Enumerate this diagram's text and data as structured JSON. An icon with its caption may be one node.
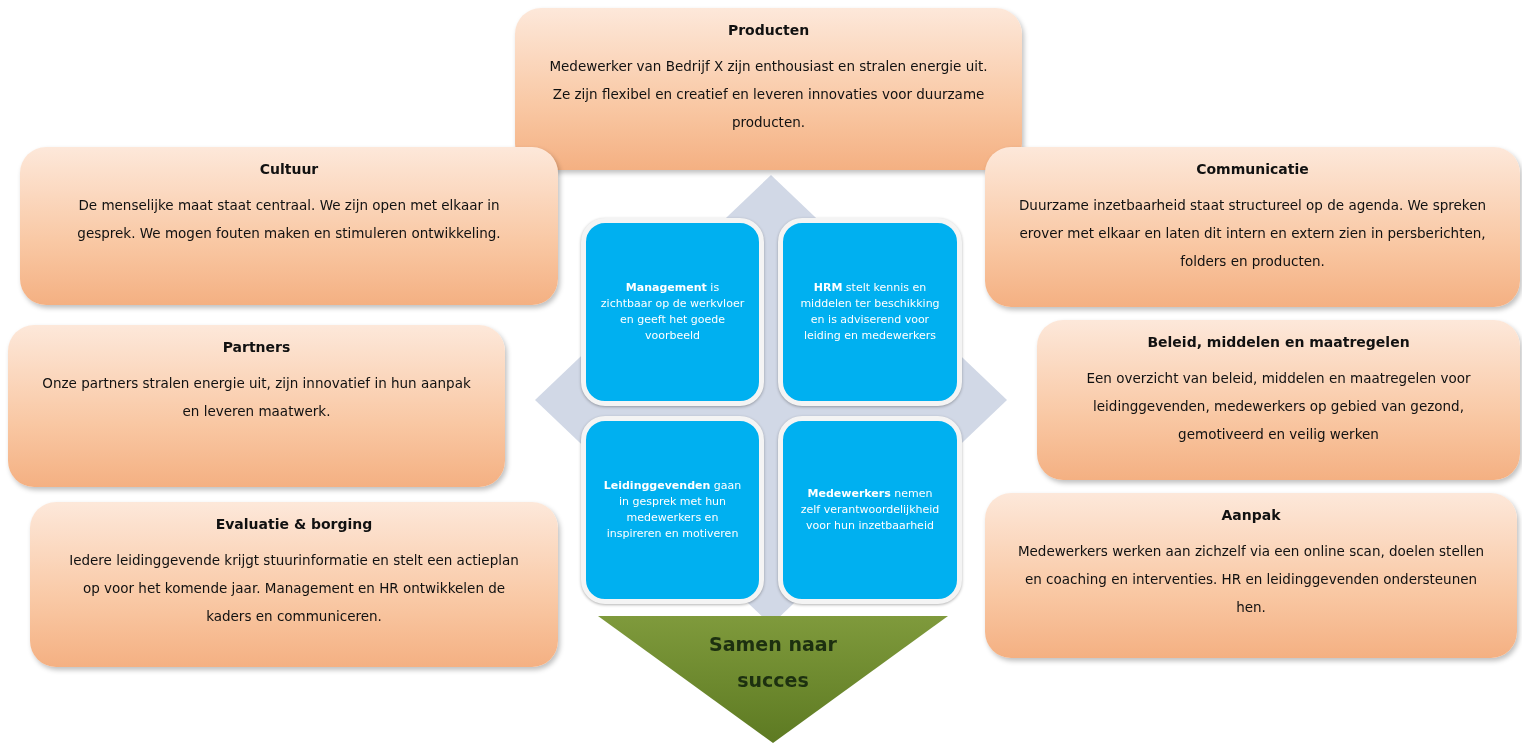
{
  "diagram": {
    "nodes": [
      {
        "text": [
          "Producten",
          "Medewerker van Bedrijf X zijn enthousiast en stralen energie uit. Ze zijn flexibel en creatief en leveren innovaties voor duurzame producten."
        ]
      },
      {
        "text": [
          "Cultuur",
          "De menselijke maat staat centraal. We zijn open met elkaar in gesprek. We mogen fouten maken en stimuleren ontwikkeling."
        ]
      },
      {
        "text": [
          "Communicatie",
          "Duurzame inzetbaarheid staat structureel op de agenda. We spreken erover met elkaar en laten dit intern en extern zien in persberichten, folders en producten."
        ]
      },
      {
        "text": [
          "Partners",
          "Onze partners stralen energie uit, zijn innovatief in hun aanpak en leveren maatwerk."
        ]
      },
      {
        "text": [
          "Beleid, middelen en maatregelen",
          "Een overzicht van beleid, middelen en maatregelen voor leidinggevenden, medewerkers op gebied van gezond, gemotiveerd en veilig werken"
        ]
      },
      {
        "text": [
          "Evaluatie & borging",
          "Iedere leidinggevende krijgt stuurinformatie en stelt een actieplan op voor het komende jaar. Management en HR ontwikkelen de kaders en communiceren."
        ]
      },
      {
        "text": [
          "Aanpak",
          "Medewerkers werken aan zichzelf via een online scan, doelen stellen en coaching en interventies. HR en leidinggevenden ondersteunen hen."
        ]
      },
      {
        "text": [
          "**Management** is zichtbaar op de werkvloer en geeft het goede voorbeeld"
        ]
      },
      {
        "text": [
          "**HRM** stelt kennis en middelen ter beschikking en is adviserend voor leiding en medewerkers"
        ]
      },
      {
        "text": [
          "**Leidinggevenden** gaan in gesprek met hun medewerkers en inspireren en motiveren"
        ]
      },
      {
        "text": [
          "**Medewerkers** nemen zelf verantwoordelijkheid voor hun inzetbaarheid"
        ]
      },
      {
        "text": [
          "Samen naar succes"
        ]
      }
    ]
  }
}
